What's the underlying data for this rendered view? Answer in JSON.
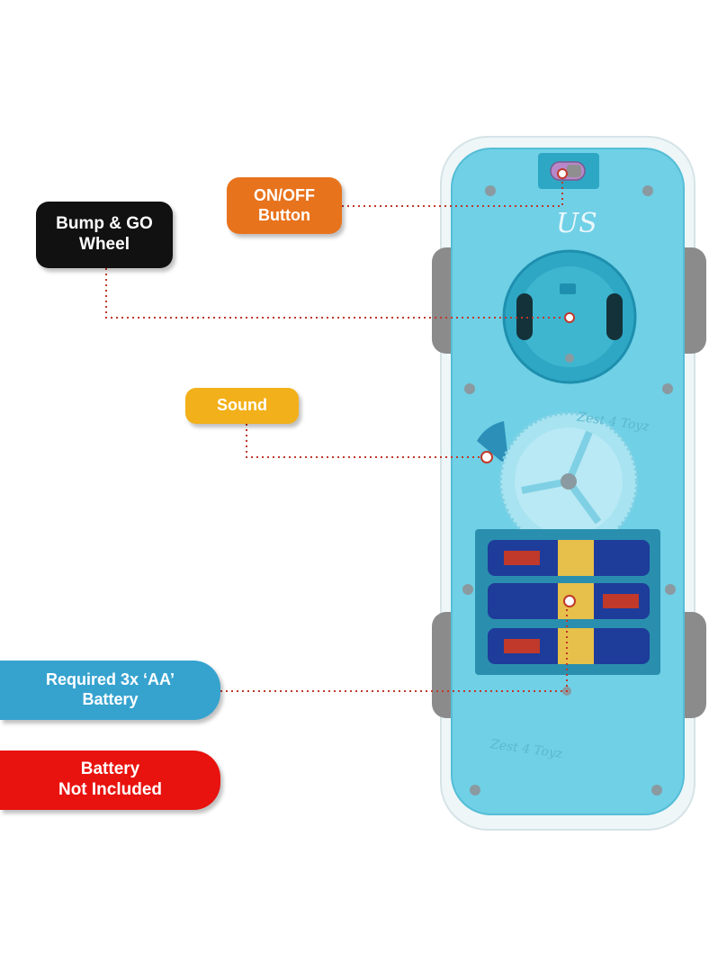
{
  "labels": {
    "bump_go": {
      "line1": "Bump & GO",
      "line2": "Wheel"
    },
    "on_off": {
      "line1": "ON/OFF",
      "line2": "Button"
    },
    "sound": {
      "line1": "Sound"
    },
    "battery": {
      "line1": "Required 3x ‘AA’",
      "line2": "Battery"
    },
    "not_included": {
      "line1": "Battery",
      "line2": "Not Included"
    }
  },
  "embossed_text": {
    "top": "Zest 4 Toyz",
    "bottom": "Zest 4 Toyz"
  },
  "colors": {
    "toy_body": "#6fd0e6",
    "toy_dark": "#2ea7c4",
    "wheel": "#8a8a8a",
    "leader_line": "#c0392b"
  }
}
